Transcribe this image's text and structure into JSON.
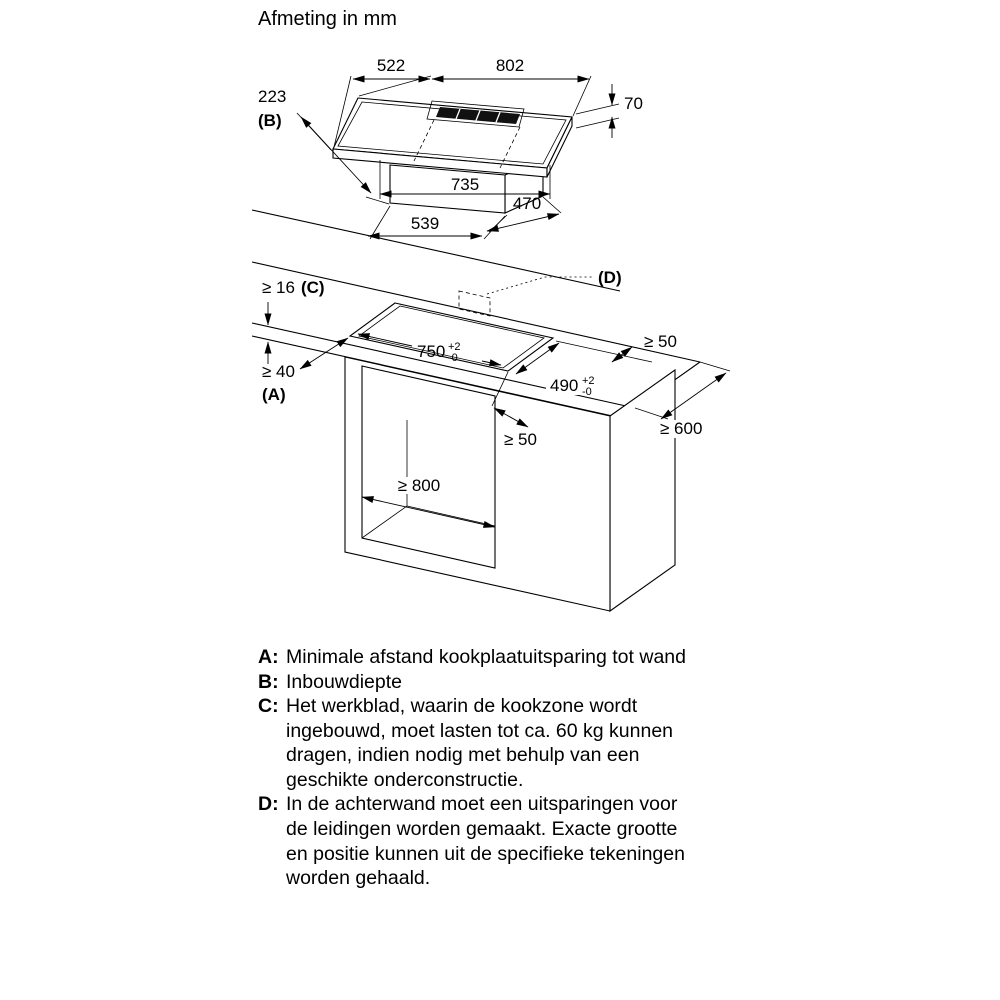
{
  "title": "Afmeting in mm",
  "hob": {
    "dim_depth": "522",
    "dim_width": "802",
    "dim_install_depth": "223",
    "ref_b": "(B)",
    "dim_height": "70",
    "dim_base_width": "735",
    "dim_duct_width": "539",
    "dim_duct_depth": "470"
  },
  "worktop": {
    "dim_thickness": "≥ 16",
    "ref_c": "(C)",
    "ref_d": "(D)",
    "dim_cutout_width": "750",
    "tol_plus": "+2",
    "tol_minus": "-0",
    "dim_clear_right": "≥ 50",
    "dim_wall": "≥ 40",
    "ref_a": "(A)",
    "dim_cutout_depth": "490",
    "dim_clear_front": "≥ 50",
    "dim_depth_min": "≥ 600",
    "dim_cabinet_width": "≥ 800"
  },
  "legend": {
    "items": [
      {
        "key": "A:",
        "text": "Minimale afstand kookplaatuitsparing tot wand"
      },
      {
        "key": "B:",
        "text": "Inbouwdiepte"
      },
      {
        "key": "C:",
        "text": "Het werkblad, waarin de kookzone wordt ingebouwd, moet lasten tot ca. 60 kg kunnen dragen, indien nodig met behulp van een geschikte onderconstructie."
      },
      {
        "key": "D:",
        "text": "In de achterwand moet een uitsparingen voor de leidingen worden gemaakt. Exacte grootte en positie kunnen uit de specifieke tekeningen worden gehaald."
      }
    ]
  }
}
